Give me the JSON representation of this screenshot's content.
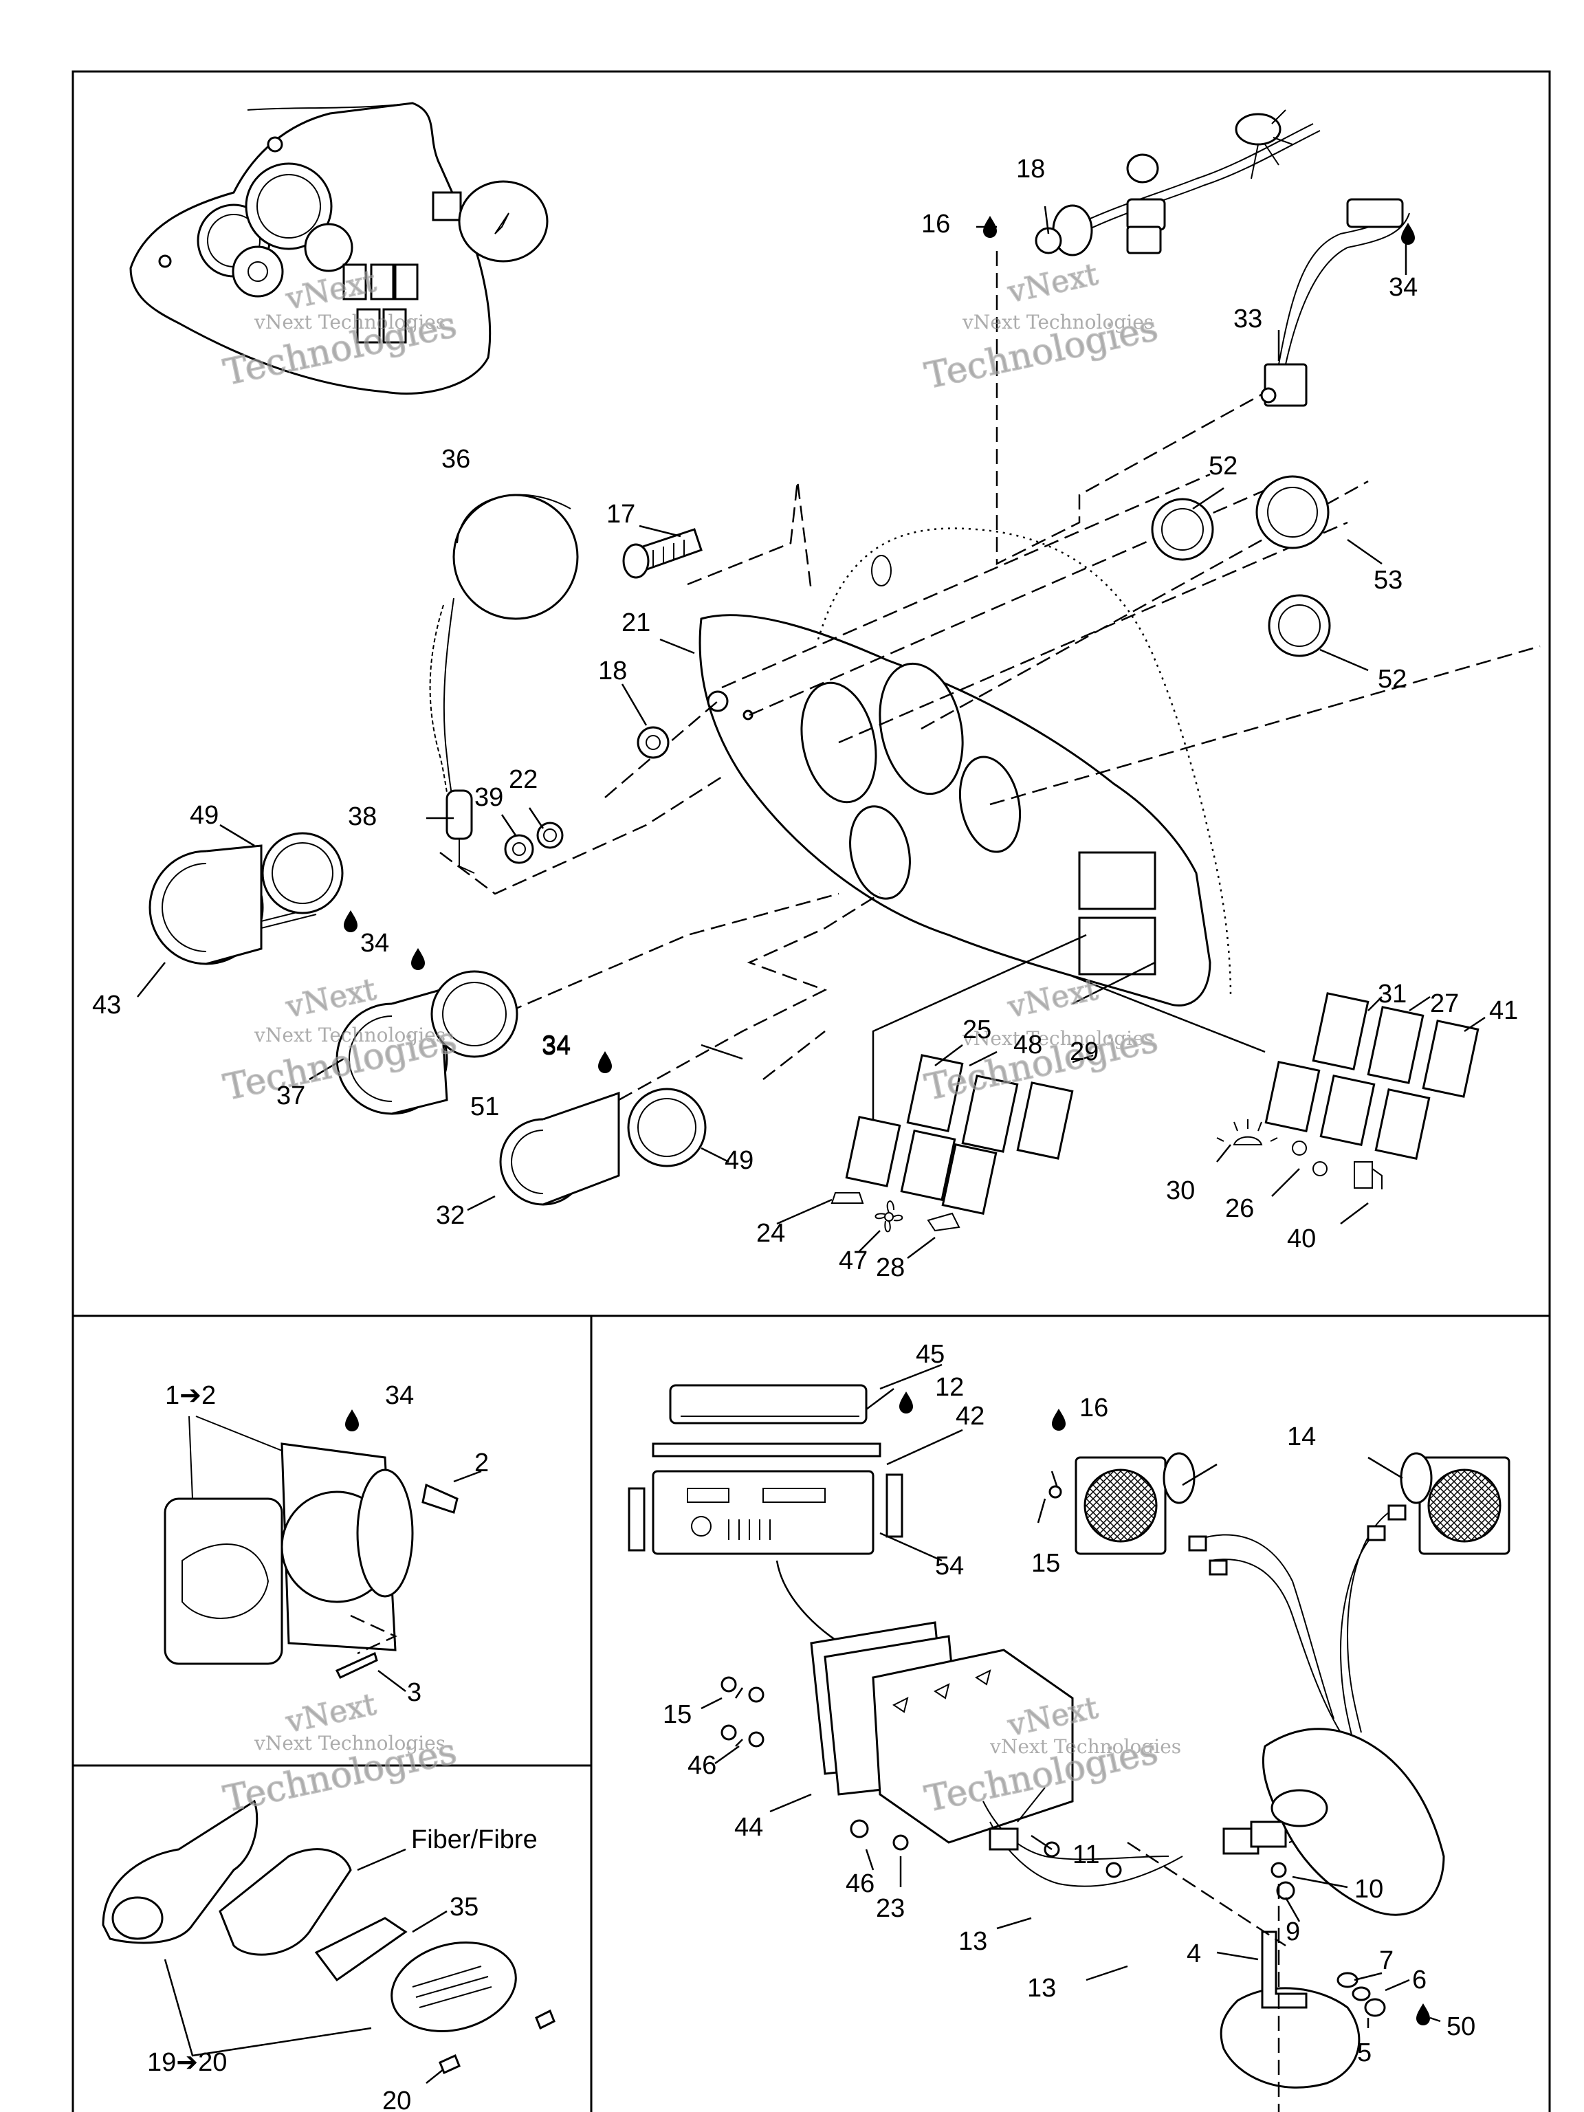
{
  "labels": {
    "main": [
      "18",
      "16",
      "34",
      "33",
      "36",
      "52",
      "17",
      "53",
      "21",
      "18",
      "52",
      "22",
      "39",
      "38",
      "49",
      "34",
      "34",
      "43",
      "37",
      "51",
      "34",
      "31",
      "27",
      "41",
      "25",
      "48",
      "29",
      "49",
      "32",
      "30",
      "26",
      "40",
      "24",
      "47",
      "28"
    ],
    "lower_left": [
      "1➔2",
      "34",
      "2",
      "3"
    ],
    "inset": [
      "Fiber/Fibre",
      "35",
      "19➔20",
      "20"
    ],
    "lower_right": [
      "45",
      "12",
      "42",
      "16",
      "14",
      "15",
      "54",
      "15",
      "46",
      "44",
      "11",
      "46",
      "23",
      "10",
      "9",
      "13",
      "4",
      "7",
      "13",
      "6",
      "50",
      "5"
    ]
  },
  "watermark": {
    "line1": "vNext",
    "line2": "vNext Technologies",
    "line3": "Technologies"
  },
  "icons": [
    "fuel-drop-icon",
    "key-icon",
    "fan-icon",
    "horn-icon",
    "light-icon",
    "fuel-pump-icon",
    "bilge-icon"
  ]
}
